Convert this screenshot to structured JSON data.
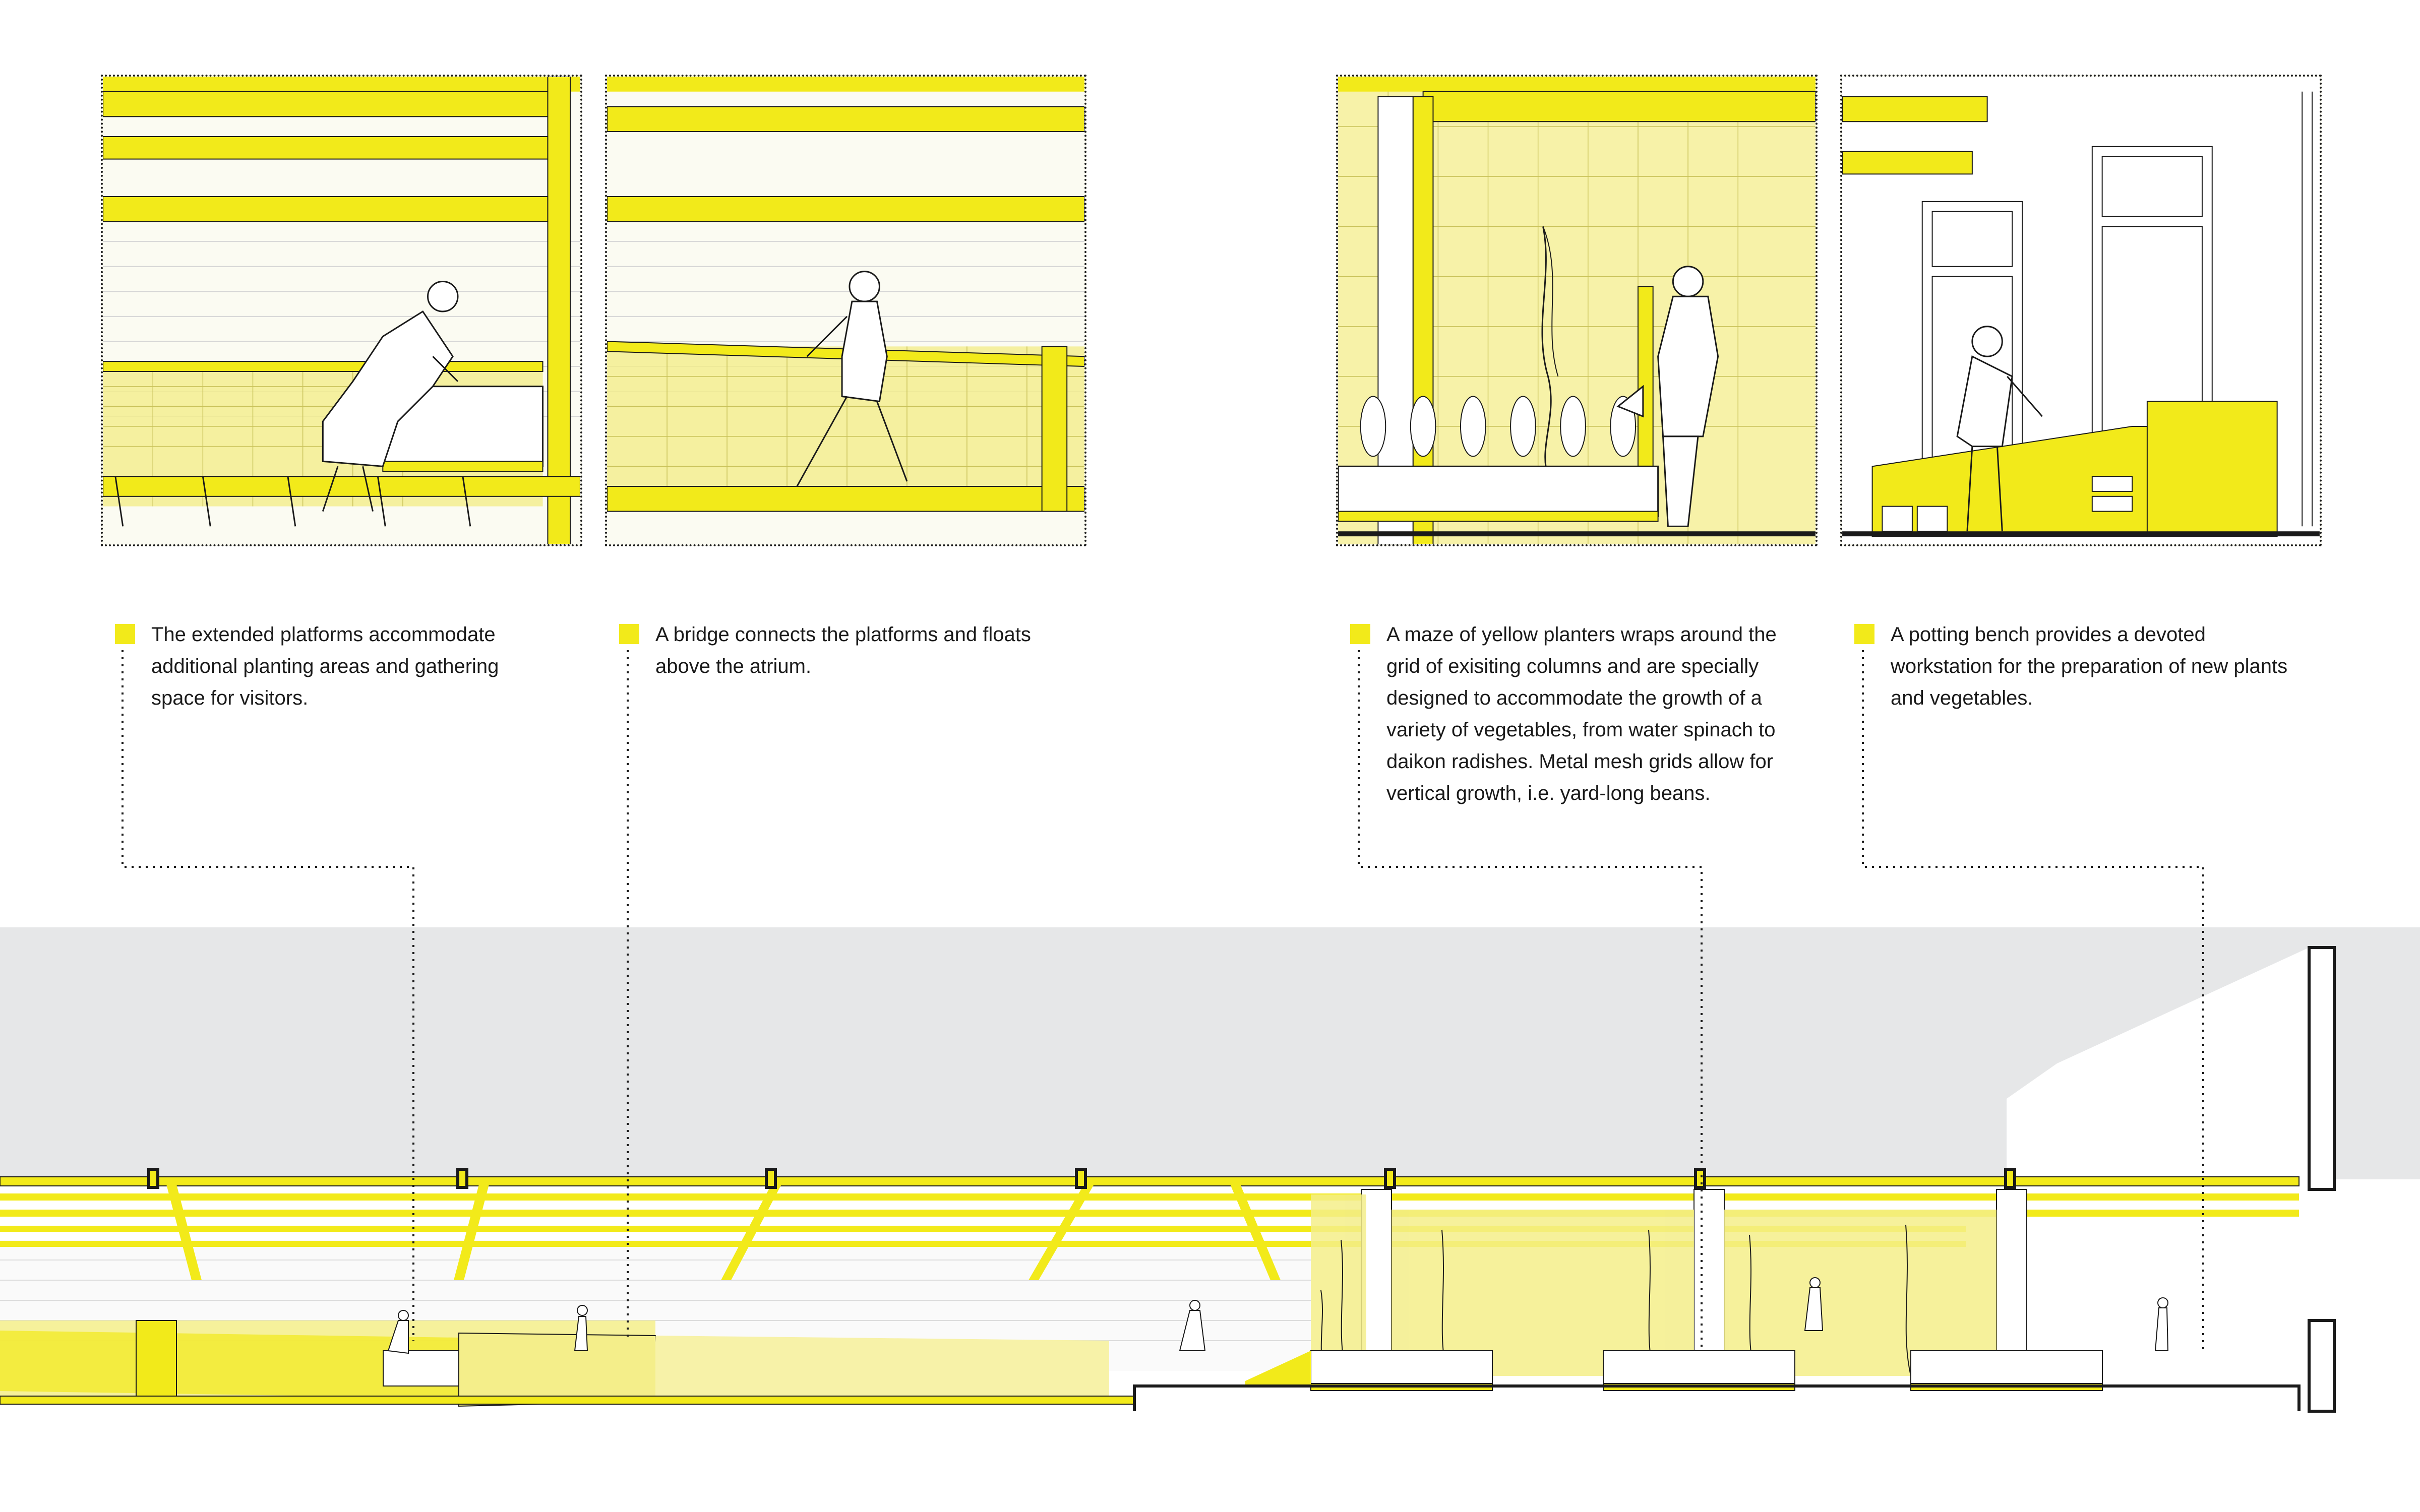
{
  "accent_color": "#f2ea1a",
  "vignettes": [
    {
      "id": "platform",
      "figure": "woman-tending-planter"
    },
    {
      "id": "bridge",
      "figure": "woman-walking-on-bridge"
    },
    {
      "id": "planters",
      "figure": "man-watering-vegetables"
    },
    {
      "id": "potting",
      "figure": "man-at-potting-bench"
    }
  ],
  "captions": [
    {
      "text": "The extended platforms accommodate additional planting areas and gathering space for visitors."
    },
    {
      "text": "A bridge connects the platforms and floats above the atrium."
    },
    {
      "text": "A maze of yellow planters wraps around the grid of exisiting columns and are specially designed to accommodate the growth of a variety of vegetables, from water spinach to daikon radishes. Metal mesh grids allow for vertical growth, i.e. yard-long beans."
    },
    {
      "text": "A potting bench provides a devoted workstation for the preparation of new plants and vegetables."
    }
  ],
  "section": {
    "sky_color": "#e6e7e8",
    "description": "long section through the atrium showing yellow roof trusses, platforms, bridge and planters"
  }
}
